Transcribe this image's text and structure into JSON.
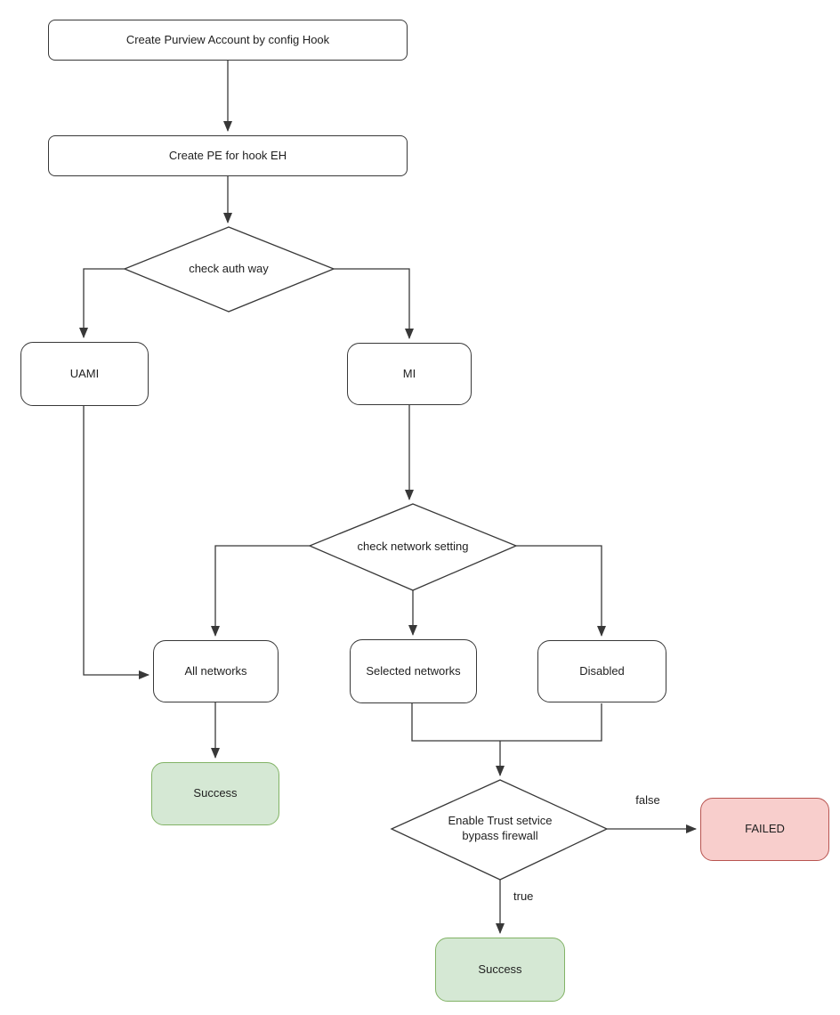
{
  "diagram": {
    "type": "flowchart",
    "background": "#ffffff"
  },
  "palette": {
    "node_fill": "#ffffff",
    "node_stroke": "#383838",
    "edge_color": "#383838",
    "text_color": "#1f1f1f",
    "success_fill": "#d5e8d4",
    "success_stroke": "#82b366",
    "failed_fill": "#f8cecc",
    "failed_stroke": "#b85450"
  },
  "nodes": {
    "create_account": {
      "label": "Create Purview Account by config Hook"
    },
    "create_pe": {
      "label": "Create PE for hook EH"
    },
    "check_auth": {
      "label": "check auth way"
    },
    "uami": {
      "label": "UAMI"
    },
    "mi": {
      "label": "MI"
    },
    "check_network": {
      "label": "check network setting"
    },
    "all_networks": {
      "label": "All networks"
    },
    "selected_networks": {
      "label": "Selected networks"
    },
    "disabled": {
      "label": "Disabled"
    },
    "success_left": {
      "label": "Success"
    },
    "enable_trust": {
      "label": "Enable Trust setvice bypass firewall"
    },
    "failed": {
      "label": "FAILED"
    },
    "success_bottom": {
      "label": "Success"
    }
  },
  "edge_labels": {
    "false_label": "false",
    "true_label": "true"
  }
}
